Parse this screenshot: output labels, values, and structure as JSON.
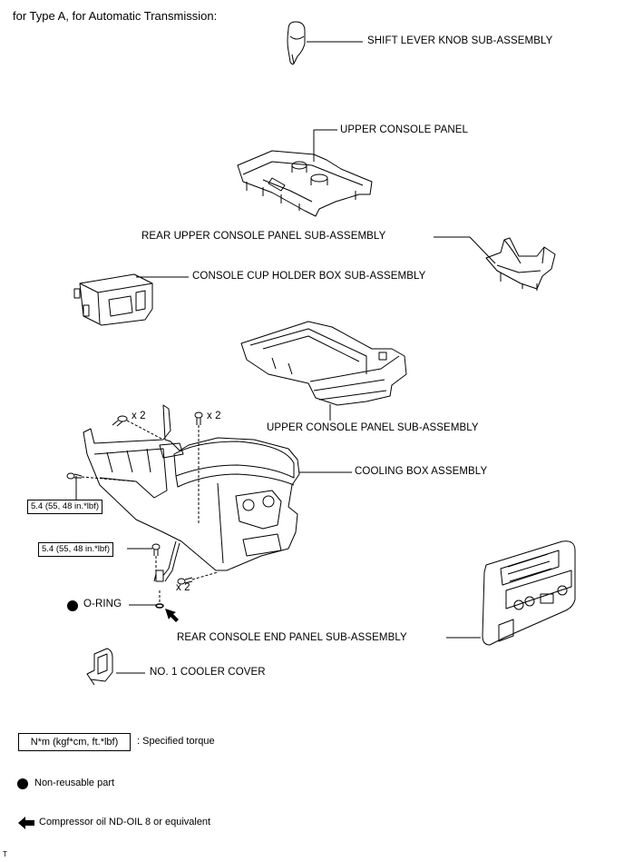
{
  "title": "for Type A, for Automatic Transmission:",
  "labels": {
    "shift_knob": "SHIFT LEVER KNOB SUB-ASSEMBLY",
    "upper_console_panel": "UPPER CONSOLE PANEL",
    "rear_upper_console": "REAR UPPER CONSOLE PANEL SUB-ASSEMBLY",
    "cup_holder": "CONSOLE CUP HOLDER BOX SUB-ASSEMBLY",
    "upper_console_sub": "UPPER CONSOLE PANEL SUB-ASSEMBLY",
    "cooling_box": "COOLING BOX ASSEMBLY",
    "o_ring": "O-RING",
    "rear_console_end": "REAR CONSOLE END PANEL SUB-ASSEMBLY",
    "cooler_cover": "NO. 1 COOLER COVER"
  },
  "quantities": {
    "q1": "x 2",
    "q2": "x 2",
    "q3": "x 2"
  },
  "torques": {
    "t1": "5.4 (55, 48 in.*lbf)",
    "t2": "5.4 (55, 48 in.*lbf)"
  },
  "legend": {
    "torque_box": "N*m (kgf*cm, ft.*lbf)",
    "torque_desc": ": Specified torque",
    "non_reusable": "Non-reusable part",
    "compressor_oil": "Compressor oil ND-OIL 8 or equivalent"
  },
  "corner_mark": "T"
}
